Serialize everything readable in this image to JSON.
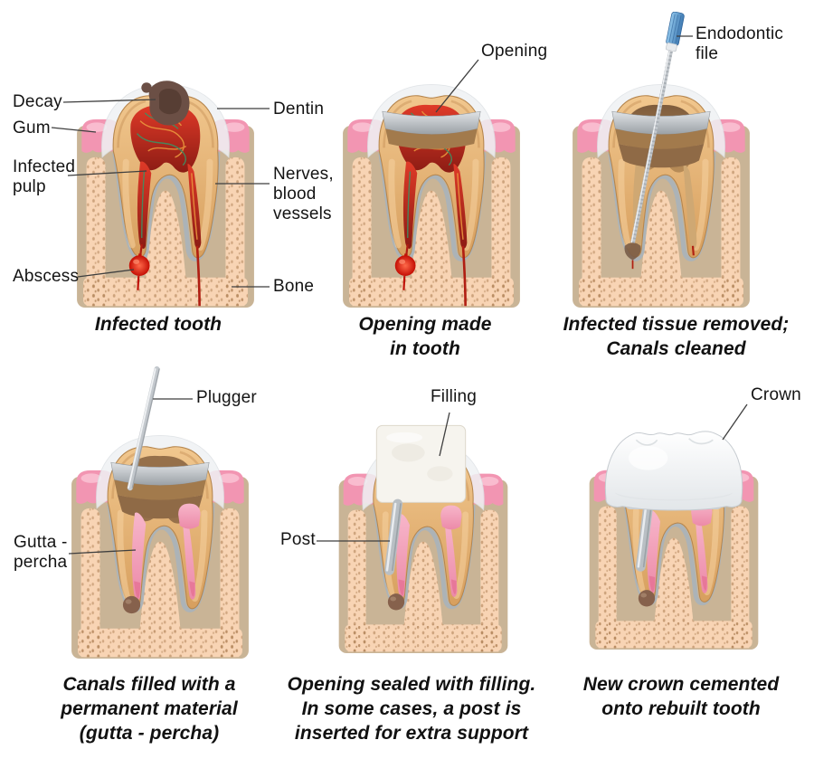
{
  "diagram": {
    "subject": "root canal treatment steps",
    "background": "#ffffff",
    "text_color": "#141414",
    "pointer_line_color": "#3f3f3f"
  },
  "colors": {
    "bone_peach": "#f8d4b4",
    "bone_tan": "#c9b496",
    "bone_speckle": "#a97a4e",
    "ligament_gray": "#a9b3ba",
    "gum_pink": "#f295b2",
    "gum_highlight": "#f9c0d2",
    "enamel_white": "#eff2f4",
    "dentin_tan": "#e3af72",
    "pulp_red": "#cc2a1e",
    "vessel_orange": "#ea963e",
    "vessel_green": "#3f8f63",
    "abscess_red": "#e41e10",
    "decay_brown": "#6b4f45",
    "opening_gray": "#aeb2b6",
    "file_blue": "#4a88c4",
    "instrument_silver": "#c3c8cd",
    "gutta_pink": "#f3a9c0",
    "filling_white": "#f6f4ee",
    "crown_white": "#fdfdfd",
    "apex_brown": "#86614c"
  },
  "panels": [
    {
      "id": "infected-tooth",
      "caption": "Infected tooth",
      "labels": [
        {
          "name": "decay",
          "text": "Decay"
        },
        {
          "name": "gum",
          "text": "Gum"
        },
        {
          "name": "infected-pulp",
          "text": "Infected\npulp"
        },
        {
          "name": "abscess",
          "text": "Abscess"
        },
        {
          "name": "dentin",
          "text": "Dentin"
        },
        {
          "name": "nerves-blood-vessels",
          "text": "Nerves,\nblood\nvessels"
        },
        {
          "name": "bone",
          "text": "Bone"
        }
      ]
    },
    {
      "id": "opening-made",
      "caption": "Opening made\nin tooth",
      "labels": [
        {
          "name": "opening",
          "text": "Opening"
        }
      ]
    },
    {
      "id": "canals-cleaned",
      "caption": "Infected tissue removed;\nCanals cleaned",
      "labels": [
        {
          "name": "endodontic-file",
          "text": "Endodontic\nfile"
        }
      ]
    },
    {
      "id": "canals-filled",
      "caption": "Canals filled with a\npermanent material\n(gutta - percha)",
      "labels": [
        {
          "name": "plugger",
          "text": "Plugger"
        },
        {
          "name": "gutta-percha",
          "text": "Gutta -\npercha"
        }
      ]
    },
    {
      "id": "opening-sealed",
      "caption": "Opening sealed with filling.\nIn some cases, a post is\ninserted for extra support",
      "labels": [
        {
          "name": "filling",
          "text": "Filling"
        },
        {
          "name": "post",
          "text": "Post"
        }
      ]
    },
    {
      "id": "crown-cemented",
      "caption": "New crown cemented\nonto rebuilt tooth",
      "labels": [
        {
          "name": "crown",
          "text": "Crown"
        }
      ]
    }
  ]
}
